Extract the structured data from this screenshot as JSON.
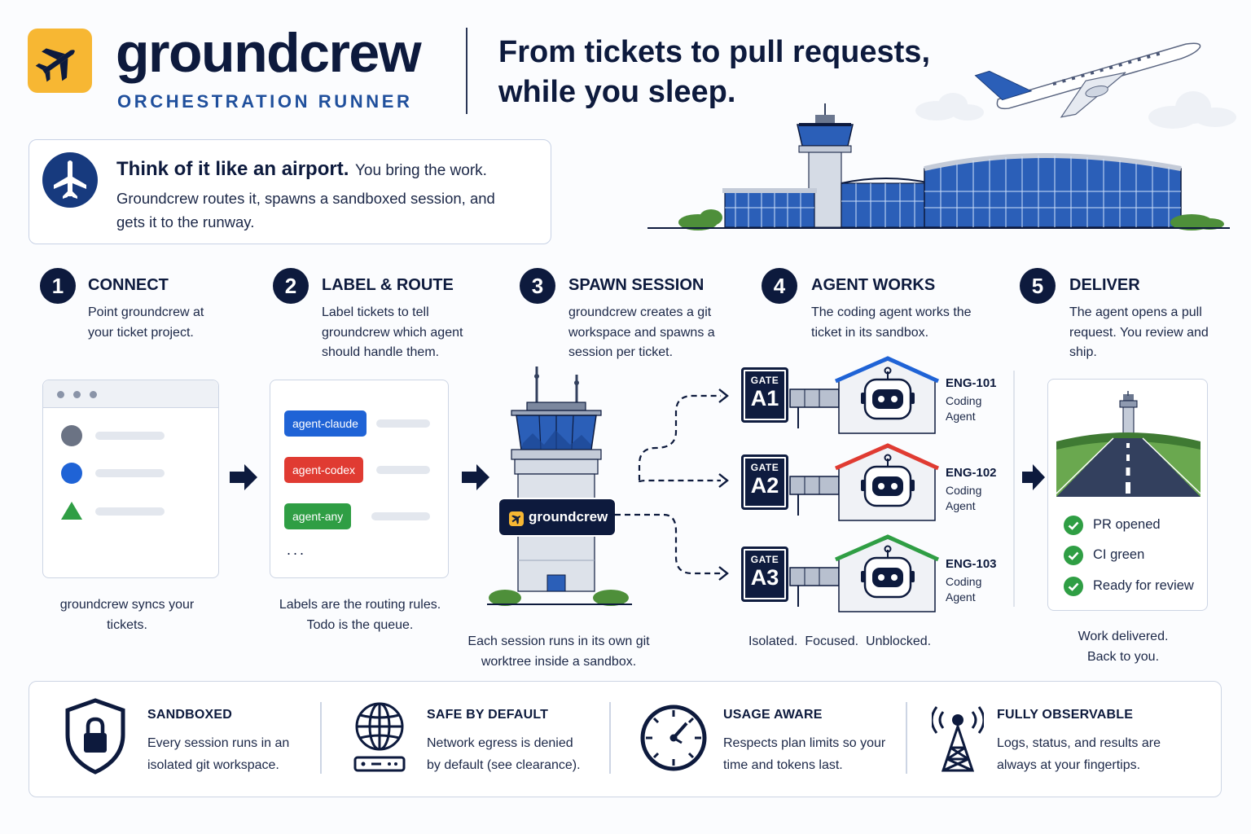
{
  "header": {
    "brand": "groundcrew",
    "subtitle": "ORCHESTRATION RUNNER",
    "tagline_line1": "From tickets to pull requests,",
    "tagline_line2": "while you sleep."
  },
  "intro": {
    "title": "Think of it like an airport.",
    "lead": "You bring the work.",
    "body": "Groundcrew routes it, spawns a sandboxed session, and gets it to the runway."
  },
  "steps": [
    {
      "num": "1",
      "title": "CONNECT",
      "desc": "Point groundcrew at your ticket project.",
      "caption": "groundcrew syncs your tickets."
    },
    {
      "num": "2",
      "title": "LABEL & ROUTE",
      "desc": "Label tickets to tell groundcrew which agent should handle them.",
      "caption_line1": "Labels are the routing rules.",
      "caption_line2": "Todo is the queue."
    },
    {
      "num": "3",
      "title": "SPAWN SESSION",
      "desc": "groundcrew creates a git workspace and spawns a session per ticket.",
      "caption": "Each session runs in its own git worktree inside a sandbox."
    },
    {
      "num": "4",
      "title": "AGENT WORKS",
      "desc": "The coding agent works the ticket in its sandbox.",
      "caption": "Isolated.  Focused.  Unblocked."
    },
    {
      "num": "5",
      "title": "DELIVER",
      "desc": "The agent opens a pull request. You review and ship.",
      "caption_line1": "Work delivered.",
      "caption_line2": "Back to you."
    }
  ],
  "labels": [
    {
      "text": "agent-claude",
      "color": "#1f63d6"
    },
    {
      "text": "agent-codex",
      "color": "#e03b32"
    },
    {
      "text": "agent-any",
      "color": "#2f9e44"
    }
  ],
  "labels_more": "...",
  "tower_badge": "groundcrew",
  "gates": [
    {
      "gate": "GATE",
      "id": "A1",
      "ticket": "ENG-101",
      "agent_line1": "Coding",
      "agent_line2": "Agent",
      "roof": "#1f63d6"
    },
    {
      "gate": "GATE",
      "id": "A2",
      "ticket": "ENG-102",
      "agent_line1": "Coding",
      "agent_line2": "Agent",
      "roof": "#e03b32"
    },
    {
      "gate": "GATE",
      "id": "A3",
      "ticket": "ENG-103",
      "agent_line1": "Coding",
      "agent_line2": "Agent",
      "roof": "#2f9e44"
    }
  ],
  "checks": [
    "PR opened",
    "CI green",
    "Ready for review"
  ],
  "features": [
    {
      "title": "SANDBOXED",
      "line1": "Every session runs in an",
      "line2": "isolated git workspace.",
      "icon": "shield-lock-icon"
    },
    {
      "title": "SAFE BY DEFAULT",
      "line1": "Network egress is denied",
      "line2": "by default (see clearance).",
      "icon": "globe-icon"
    },
    {
      "title": "USAGE AWARE",
      "line1": "Respects plan limits so your",
      "line2": "time and tokens last.",
      "icon": "gauge-icon"
    },
    {
      "title": "FULLY OBSERVABLE",
      "line1": "Logs, status, and results are",
      "line2": "always at your fingertips.",
      "icon": "antenna-icon"
    }
  ]
}
